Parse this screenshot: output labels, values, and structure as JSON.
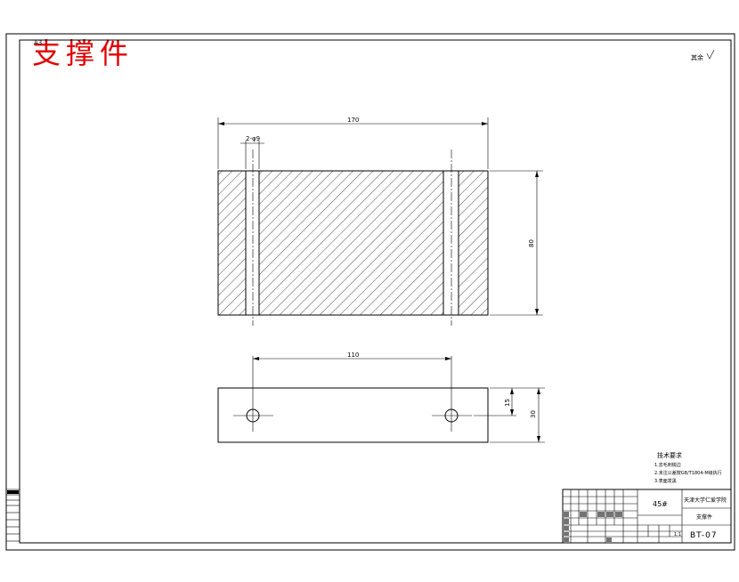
{
  "drawing": {
    "sheet_size": "A3",
    "part_name_large": "支撑件",
    "surface_note": "其余",
    "dimensions": {
      "overall_length": "170",
      "slot_width": "2-φ9",
      "height_front": "80",
      "hole_spacing": "110",
      "half_width": "15",
      "width_top": "30"
    },
    "technical_requirements": {
      "heading": "技术要求",
      "items": [
        "1.去毛刺锐边",
        "2.未注公差按GB/T1804-M级执行",
        "3.表面发黑"
      ]
    },
    "title_block": {
      "material": "45#",
      "school": "天津大学仁爱学院",
      "part_name": "支撑件",
      "drawing_number": "BT-07",
      "scale": "1:1"
    }
  }
}
